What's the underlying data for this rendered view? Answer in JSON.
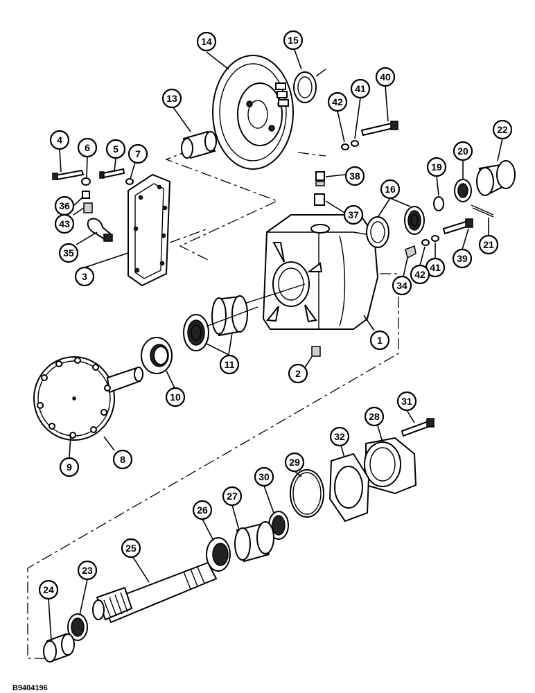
{
  "figure_code": "B9404196",
  "callouts": [
    "1",
    "2",
    "3",
    "4",
    "5",
    "6",
    "7",
    "8",
    "9",
    "10",
    "11",
    "13",
    "14",
    "15",
    "16",
    "19",
    "20",
    "21",
    "22",
    "23",
    "24",
    "25",
    "26",
    "27",
    "28",
    "29",
    "30",
    "31",
    "32",
    "34",
    "35",
    "36",
    "37",
    "38",
    "39",
    "40",
    "41",
    "42",
    "43"
  ]
}
